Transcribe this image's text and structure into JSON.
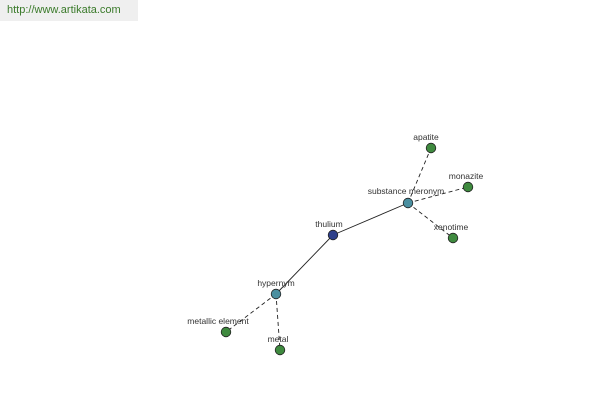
{
  "watermark": {
    "url_text": "http://www.artikata.com",
    "text_color": "#3a7a2a"
  },
  "colors": {
    "center_node": "#2e3f8a",
    "relation_node": "#4a8fa0",
    "leaf_node": "#3f8a3f",
    "edge": "#222222"
  },
  "graph": {
    "nodes": [
      {
        "id": "thulium",
        "label": "thulium",
        "kind": "center"
      },
      {
        "id": "hypernym",
        "label": "hypernym",
        "kind": "relation"
      },
      {
        "id": "substance-meronym",
        "label": "substance meronym",
        "kind": "relation"
      },
      {
        "id": "metallic-element",
        "label": "metallic element",
        "kind": "leaf"
      },
      {
        "id": "metal",
        "label": "metal",
        "kind": "leaf"
      },
      {
        "id": "apatite",
        "label": "apatite",
        "kind": "leaf"
      },
      {
        "id": "monazite",
        "label": "monazite",
        "kind": "leaf"
      },
      {
        "id": "xenotime",
        "label": "xenotime",
        "kind": "leaf"
      }
    ],
    "edges": [
      {
        "from": "thulium",
        "to": "hypernym",
        "style": "solid"
      },
      {
        "from": "thulium",
        "to": "substance-meronym",
        "style": "solid"
      },
      {
        "from": "hypernym",
        "to": "metallic-element",
        "style": "dashed"
      },
      {
        "from": "hypernym",
        "to": "metal",
        "style": "dashed"
      },
      {
        "from": "substance-meronym",
        "to": "apatite",
        "style": "dashed"
      },
      {
        "from": "substance-meronym",
        "to": "monazite",
        "style": "dashed"
      },
      {
        "from": "substance-meronym",
        "to": "xenotime",
        "style": "dashed"
      }
    ]
  }
}
